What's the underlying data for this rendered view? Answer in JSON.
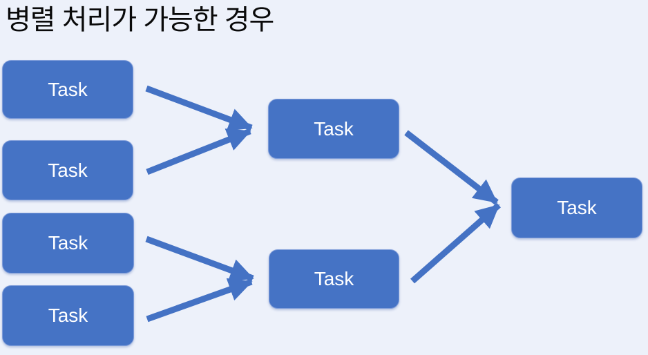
{
  "title": "병렬 처리가 가능한 경우",
  "colors": {
    "background": "#EDF1FA",
    "node_fill": "#4573C5",
    "node_border": "#7E9CD9",
    "node_text": "#FFFFFF",
    "arrow": "#4472C4",
    "title_text": "#0A0A0A"
  },
  "diagram": {
    "type": "flow",
    "description": "Four parallel tasks merge pairwise into two intermediate tasks, which merge into one final task",
    "nodes": [
      {
        "id": "left-1",
        "label": "Task"
      },
      {
        "id": "left-2",
        "label": "Task"
      },
      {
        "id": "left-3",
        "label": "Task"
      },
      {
        "id": "left-4",
        "label": "Task"
      },
      {
        "id": "mid-1",
        "label": "Task"
      },
      {
        "id": "mid-2",
        "label": "Task"
      },
      {
        "id": "final-1",
        "label": "Task"
      }
    ],
    "edges": [
      {
        "from": "left-1",
        "to": "mid-1"
      },
      {
        "from": "left-2",
        "to": "mid-1"
      },
      {
        "from": "left-3",
        "to": "mid-2"
      },
      {
        "from": "left-4",
        "to": "mid-2"
      },
      {
        "from": "mid-1",
        "to": "final-1"
      },
      {
        "from": "mid-2",
        "to": "final-1"
      }
    ]
  }
}
